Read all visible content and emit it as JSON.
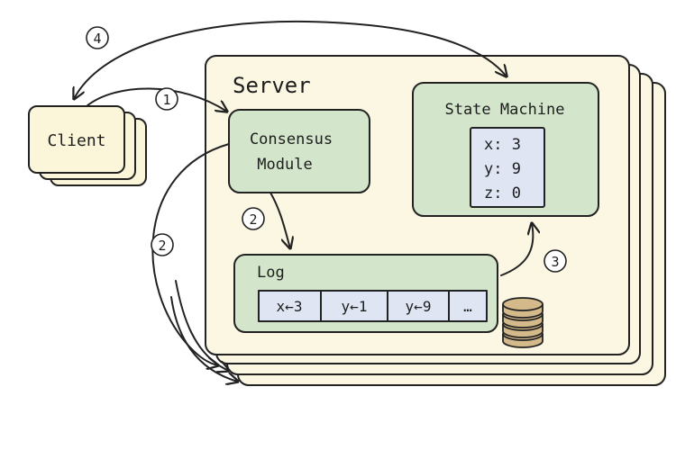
{
  "client": {
    "label": "Client"
  },
  "server": {
    "title": "Server",
    "consensus_module": {
      "line1": "Consensus",
      "line2": "Module"
    },
    "state_machine": {
      "title": "State Machine",
      "entries": [
        "x: 3",
        "y: 9",
        "z: 0"
      ]
    },
    "log": {
      "title": "Log",
      "entries": [
        "x←3",
        "y←1",
        "y←9",
        "…"
      ]
    }
  },
  "steps": [
    "1",
    "2",
    "2",
    "3",
    "4"
  ],
  "colors": {
    "card_cream": "#fbf6d9",
    "server_cream": "#fbf7e2",
    "module_green": "#d3e6cb",
    "entry_blue": "#dfe5f3",
    "database_tan": "#d4b98b",
    "outline": "#222222"
  }
}
